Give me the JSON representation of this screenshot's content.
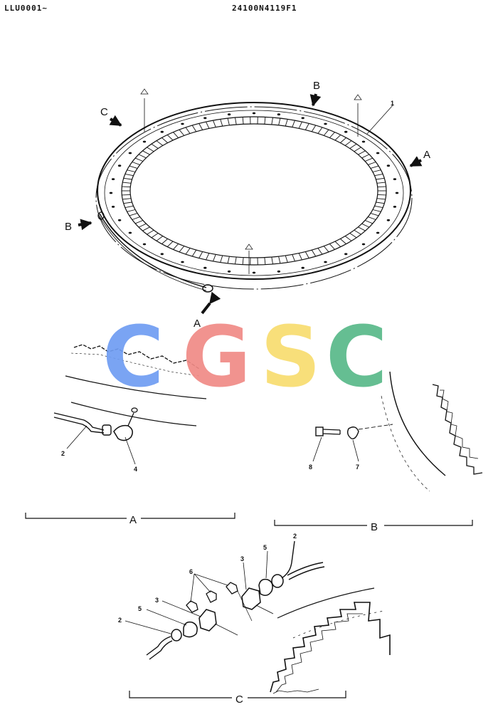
{
  "header": {
    "code_left": "LLU0001~",
    "code_center": "24100N4119F1"
  },
  "watermark": {
    "letters": [
      {
        "char": "C",
        "color": "#6f9cf2"
      },
      {
        "char": "G",
        "color": "#f08a86"
      },
      {
        "char": "S",
        "color": "#f7dc6f"
      },
      {
        "char": "C",
        "color": "#58b889"
      }
    ]
  },
  "view_arrows": {
    "a_right": "A",
    "a_bottom": "A",
    "b_top": "B",
    "b_left": "B",
    "c_top": "C"
  },
  "part_numbers": {
    "ring": "1",
    "a_pipe": "2",
    "a_fitting": "4",
    "b_bolt": "8",
    "b_plate": "7",
    "c_pipe_top": "2",
    "c_cap_top": "5",
    "c_body_top": "3",
    "c_nipple": "6",
    "c_body_bottom": "3",
    "c_cap_bottom": "5",
    "c_pipe_bottom": "2"
  },
  "detail_labels": {
    "a": "A",
    "b": "B",
    "c": "C"
  }
}
